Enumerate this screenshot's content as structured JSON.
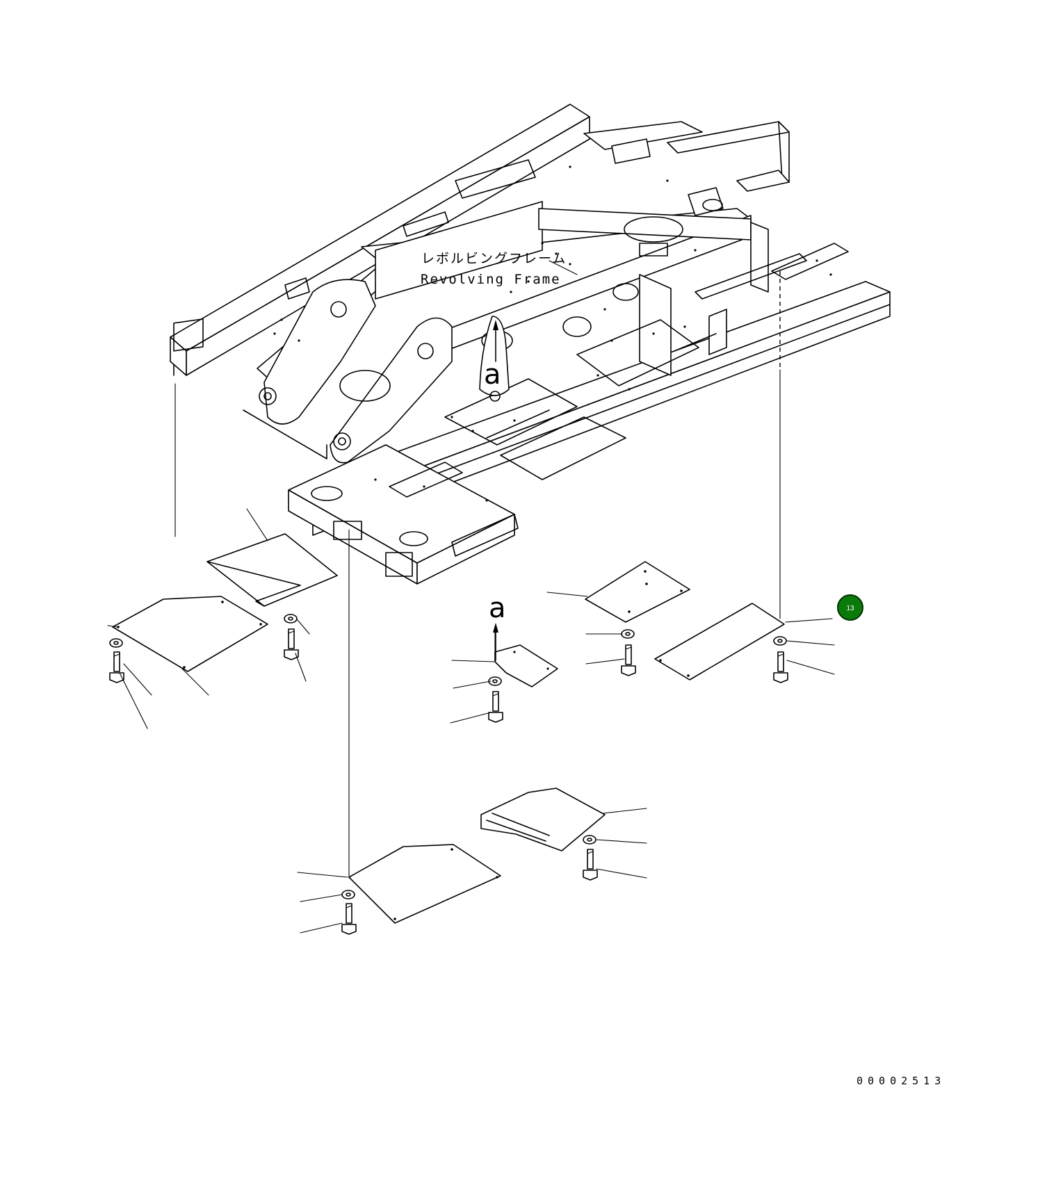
{
  "frame_label_jp": "レボルビングフレーム",
  "frame_label_en": "Revolving Frame",
  "view_marker_top": "a",
  "view_marker_bottom": "a",
  "callout": {
    "number": "13",
    "color": "#0a7a0a",
    "border": "#003300"
  },
  "drawing_code": "00002513"
}
